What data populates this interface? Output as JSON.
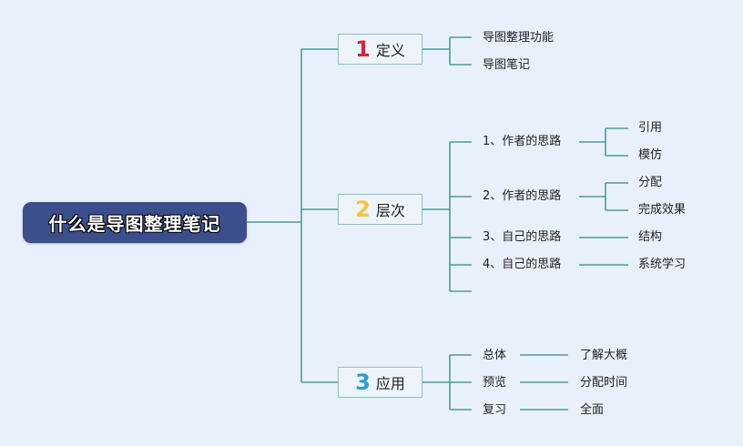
{
  "title": "什么是导图整理笔记",
  "colors": {
    "background": "#e8f0fb",
    "root_fill": "#3b4f8c",
    "line": "#4f9a94",
    "branch_border": "#8fbfbf",
    "num1": "#d9243a",
    "num2": "#f5c342",
    "num3": "#2a9fd6"
  },
  "branches": [
    {
      "number": "1",
      "label": "定义",
      "children": [
        {
          "label": "导图整理功能"
        },
        {
          "label": "导图笔记"
        }
      ]
    },
    {
      "number": "2",
      "label": "层次",
      "children": [
        {
          "label": "1、作者的思路",
          "children": [
            "引用",
            "模仿"
          ]
        },
        {
          "label": "2、作者的思路",
          "children": [
            "分配",
            "完成效果"
          ]
        },
        {
          "label": "3、自己的思路",
          "children": [
            "结构"
          ]
        },
        {
          "label": "4、自己的思路",
          "children": [
            "系统学习"
          ]
        },
        {
          "label": ""
        }
      ]
    },
    {
      "number": "3",
      "label": "应用",
      "children": [
        {
          "label": "总体",
          "children": [
            "了解大概"
          ]
        },
        {
          "label": "预览",
          "children": [
            "分配时间"
          ]
        },
        {
          "label": "复习",
          "children": [
            "全面"
          ]
        }
      ]
    }
  ]
}
